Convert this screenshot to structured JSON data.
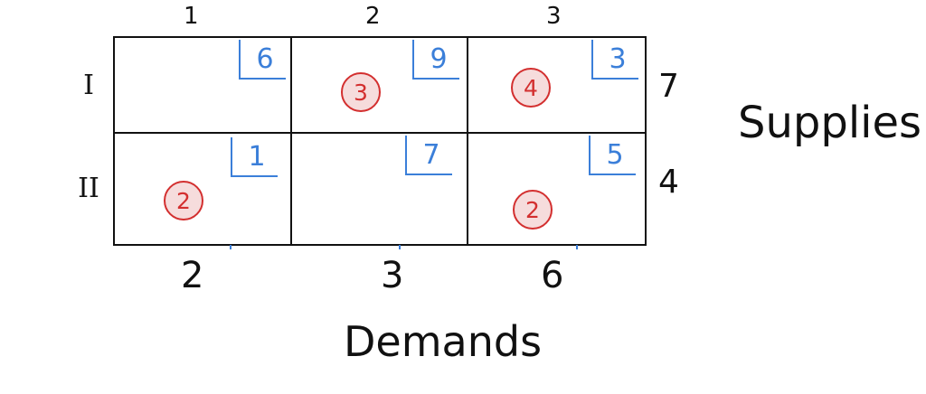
{
  "columns": [
    "1",
    "2",
    "3"
  ],
  "rows": [
    "I",
    "II"
  ],
  "costs": [
    [
      "6",
      "9",
      "3"
    ],
    [
      "1",
      "7",
      "5"
    ]
  ],
  "allocations": {
    "r1c2": "3",
    "r1c3": "4",
    "r2c1": "2",
    "r2c3": "2"
  },
  "supplies": [
    "7",
    "4"
  ],
  "supplies_label": "Supplies",
  "demands": [
    "2",
    "3",
    "6"
  ],
  "demands_label": "Demands",
  "colors": {
    "cost": "#3b7fd9",
    "allocation": "#d32f2f",
    "allocation_fill": "#f6dcdc",
    "ink": "#111111"
  }
}
